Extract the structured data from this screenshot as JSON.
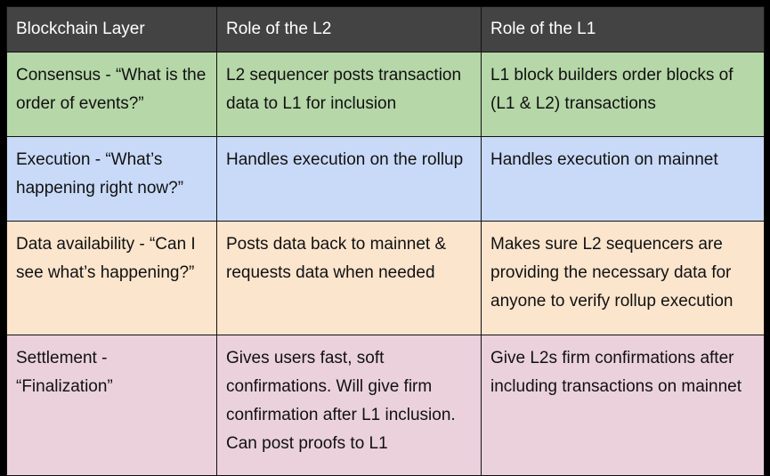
{
  "header": {
    "col1": "Blockchain Layer",
    "col2": "Role of the L2",
    "col3": "Role of the L1"
  },
  "colors": {
    "header_bg": "#434343",
    "consensus_bg": "#b6d7a8",
    "execution_bg": "#c9daf8",
    "data_availability_bg": "#fce5cd",
    "settlement_bg": "#ead1dc"
  },
  "rows": [
    {
      "layer": "Consensus - “What is the order of events?”",
      "l2": "L2 sequencer posts transaction data to L1 for inclusion",
      "l1": "L1 block builders order blocks of (L1 & L2) transactions"
    },
    {
      "layer": "Execution - “What’s happening right now?”",
      "l2": "Handles execution on the rollup",
      "l1": "Handles execution on mainnet"
    },
    {
      "layer": "Data availability - “Can I see what’s happening?”",
      "l2": "Posts data back to mainnet & requests data when needed",
      "l1": "Makes sure L2 sequencers are providing the necessary data for anyone to verify rollup execution"
    },
    {
      "layer": "Settlement - “Finalization”",
      "l2": "Gives users fast, soft confirmations. Will give firm confirmation after L1 inclusion. Can post proofs to L1",
      "l1": "Give L2s firm confirmations after including transactions on mainnet"
    }
  ]
}
